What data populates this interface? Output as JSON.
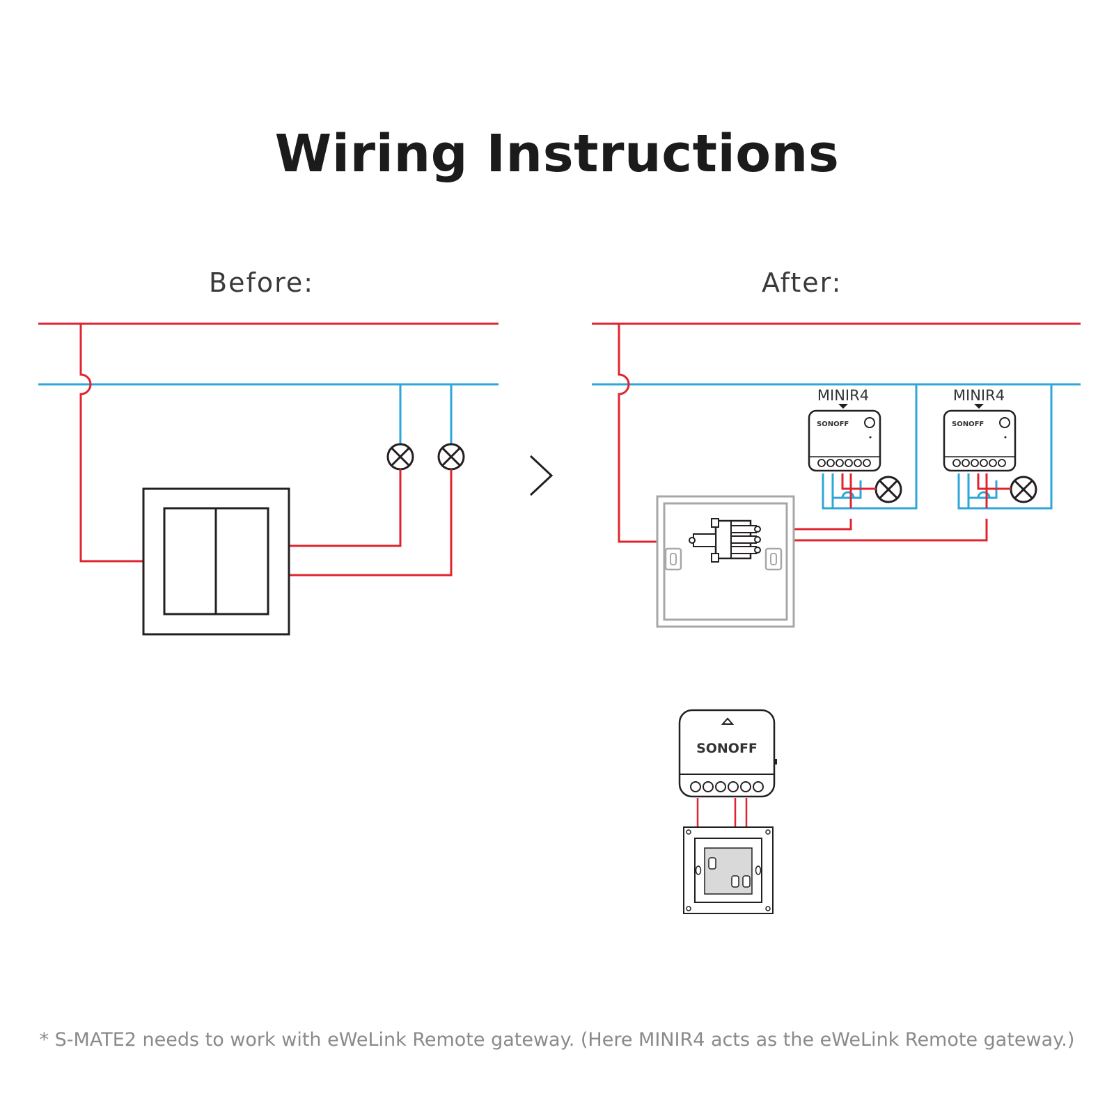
{
  "title": "Wiring Instructions",
  "before_label": "Before:",
  "after_label": "After:",
  "devices": [
    {
      "label": "MINIR4",
      "brand": "SONOFF"
    },
    {
      "label": "MINIR4",
      "brand": "SONOFF"
    }
  ],
  "gateway_brand": "SONOFF",
  "footnote": "* S-MATE2 needs to work with eWeLink Remote gateway. (Here MINIR4 acts as the eWeLink Remote gateway.)",
  "colors": {
    "live": "#e0242f",
    "neutral": "#2ea7d8",
    "outline": "#231f20",
    "switch_gray": "#a7a7a7"
  },
  "icons": [
    "lamp-icon",
    "arrow-right-icon",
    "wall-switch-icon",
    "sonoff-module-icon"
  ]
}
